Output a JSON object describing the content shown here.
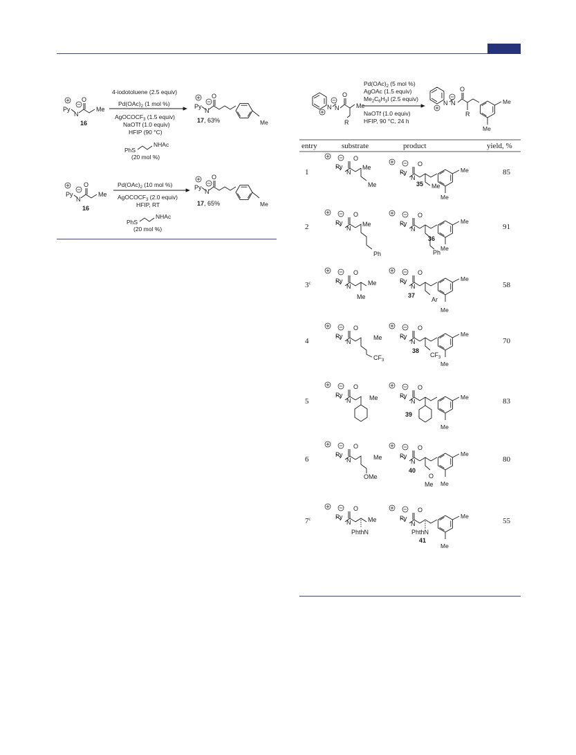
{
  "page": {
    "header_color": "#25347a"
  },
  "left_scheme_a": {
    "reagent_top": "4-iodotoluene (2.5 equiv)",
    "catalyst": "Pd(OAc)",
    "catalyst_sub": "2",
    "catalyst_load": " (1 mol %)",
    "add1": "AgOCOCF",
    "add1_sub": "3",
    "add1_tail": " (1.5 equiv)",
    "add2": "NaOTf (1.0 equiv)",
    "solvent": "HFIP (90 °C)",
    "ligand_phs": "PhS",
    "ligand_nhac": "NHAc",
    "ligand_load": "(20 mol %)",
    "substrate_label": "16",
    "product_label": "17",
    "product_yield": ", 63%"
  },
  "left_scheme_b": {
    "catalyst": "Pd(OAc)",
    "catalyst_sub": "2",
    "catalyst_load": " (10 mol %)",
    "add1": "AgOCOCF",
    "add1_sub": "3",
    "add1_tail": " (2.0 equiv)",
    "solvent": "HFIP, RT",
    "ligand_phs": "PhS",
    "ligand_nhac": "NHAc",
    "ligand_load": "(20 mol %)",
    "substrate_label": "16",
    "product_label": "17",
    "product_yield": ", 65%"
  },
  "atoms": {
    "py": "Py",
    "n": "N",
    "o": "O",
    "me": "Me",
    "r": "R",
    "ph": "Ph",
    "ar": "Ar",
    "cf3": "CF",
    "cf3_sub": "3",
    "ome": "OMe",
    "phthn": "PhthN",
    "plus": "+",
    "minus": "−"
  },
  "right_scheme": {
    "catalyst": "Pd(OAc)",
    "catalyst_sub": "2",
    "catalyst_load": " (5 mol %)",
    "add1": "AgOAc (1.5 equiv)",
    "reagent": "Me",
    "reagent_sub1": "2",
    "reagent_mid": "C",
    "reagent_sub2": "6",
    "reagent_mid2": "H",
    "reagent_sub3": "3",
    "reagent_tail": "I (2.5 equiv)",
    "add2": "NaOTf (1.0 equiv)",
    "conditions": "HFIP, 90 °C, 24 h"
  },
  "table": {
    "headers": [
      "entry",
      "substrate",
      "product",
      "yield, %"
    ],
    "rows": [
      {
        "entry": "1",
        "product_label": "35",
        "yield": "85"
      },
      {
        "entry": "2",
        "product_label": "36",
        "yield": "91"
      },
      {
        "entry": "3",
        "entry_sup": "c",
        "product_label": "37",
        "yield": "58"
      },
      {
        "entry": "4",
        "product_label": "38",
        "yield": "70"
      },
      {
        "entry": "5",
        "product_label": "39",
        "yield": "83"
      },
      {
        "entry": "6",
        "product_label": "40",
        "yield": "80"
      },
      {
        "entry": "7",
        "entry_sup": "c",
        "product_label": "41",
        "yield": "55"
      }
    ]
  }
}
